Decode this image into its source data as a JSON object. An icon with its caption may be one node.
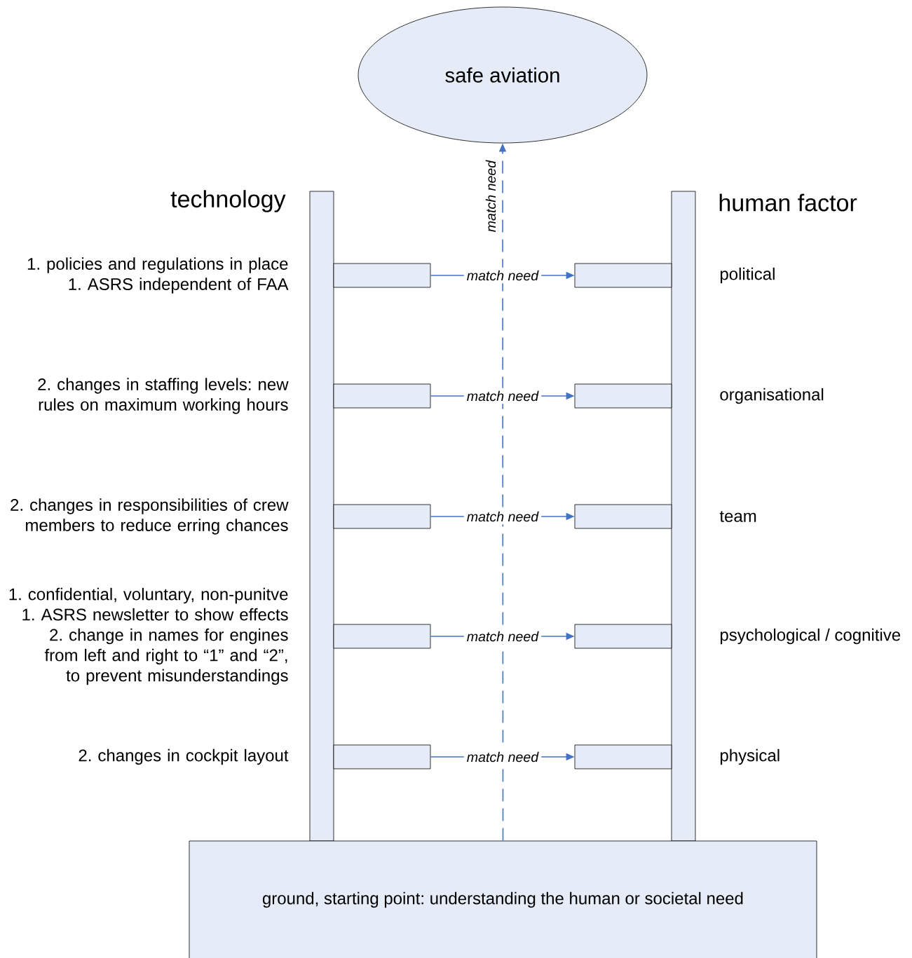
{
  "diagram": {
    "nodes": [
      {
        "text": [
          "safe aviation"
        ]
      },
      {
        "text": [
          "technology"
        ]
      },
      {
        "text": [
          "human factor"
        ]
      },
      {
        "text": [],
        "shape": "box"
      },
      {
        "text": [],
        "shape": "box"
      },
      {
        "text": [],
        "shape": "box"
      },
      {
        "text": [],
        "shape": "box"
      },
      {
        "text": [],
        "shape": "box"
      },
      {
        "text": [],
        "shape": "box"
      },
      {
        "text": [],
        "shape": "box"
      },
      {
        "text": [],
        "shape": "box"
      },
      {
        "text": [],
        "shape": "box"
      },
      {
        "text": [],
        "shape": "box"
      },
      {
        "text": [
          "ground, starting point: understanding the human or societal need"
        ]
      }
    ],
    "edges": [
      {
        "from": 3,
        "to": 8,
        "arrow": "to",
        "label": "match need"
      },
      {
        "from": 4,
        "to": 9,
        "arrow": "to",
        "label": "match need"
      },
      {
        "from": 5,
        "to": 10,
        "arrow": "to",
        "label": "match need"
      },
      {
        "from": 6,
        "to": 11,
        "arrow": "to",
        "label": "match need"
      },
      {
        "from": 7,
        "to": 12,
        "arrow": "to",
        "label": "match need"
      },
      {
        "from": 13,
        "to": 0,
        "arrow": "to",
        "style": "dashed",
        "label": "match need"
      }
    ],
    "labels": [
      "1. policies and regulations in place",
      "1. ASRS independent of FAA",
      "political",
      "2. changes in staffing levels: new rules on maximum working hours",
      "organisational",
      "2. changes in responsibilities of crew members to reduce erring chances",
      "team",
      "1. confidential, voluntary, non-punitve",
      "1. ASRS newsletter to show effects",
      "2. change in names for engines from left and right to “1” and “2”, to prevent misunderstandings",
      "psychological / cognitive",
      "2. changes in cockpit layout",
      "physical"
    ]
  }
}
